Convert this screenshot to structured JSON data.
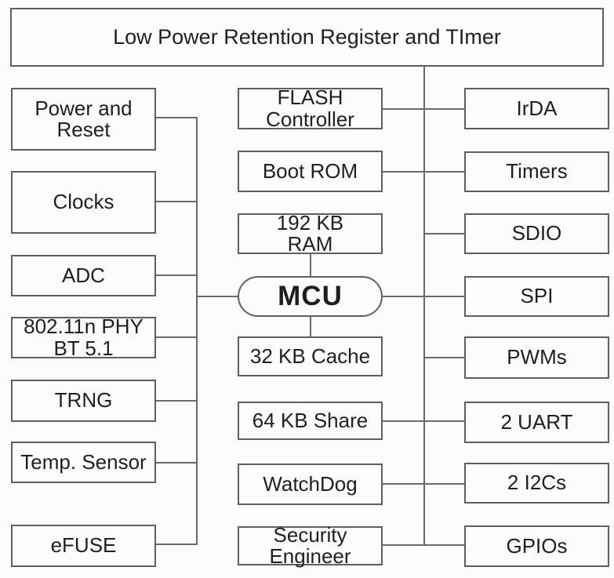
{
  "diagram": {
    "title": "Low Power Retention Register and TImer",
    "mcu_label": "MCU",
    "left": {
      "power_reset": "Power and\nReset",
      "clocks": "Clocks",
      "adc": "ADC",
      "phy_bt": "802.11n PHY\nBT 5.1",
      "trng": "TRNG",
      "temp_sensor": "Temp. Sensor",
      "efuse": "eFUSE"
    },
    "middle": {
      "flash_controller": "FLASH\nController",
      "boot_rom": "Boot ROM",
      "ram": "192 KB\nRAM",
      "cache": "32 KB Cache",
      "share": "64 KB Share",
      "watchdog": "WatchDog",
      "security_engineer": "Security\nEngineer"
    },
    "right": {
      "irda": "IrDA",
      "timers": "Timers",
      "sdio": "SDIO",
      "spi": "SPI",
      "pwms": "PWMs",
      "uart": "2 UART",
      "i2c": "2 I2Cs",
      "gpio": "GPIOs"
    },
    "colors": {
      "line": "#6a6a6a",
      "border": "#5f5f5f",
      "text": "#1f1f1f",
      "background": "#fcfcfc"
    }
  }
}
